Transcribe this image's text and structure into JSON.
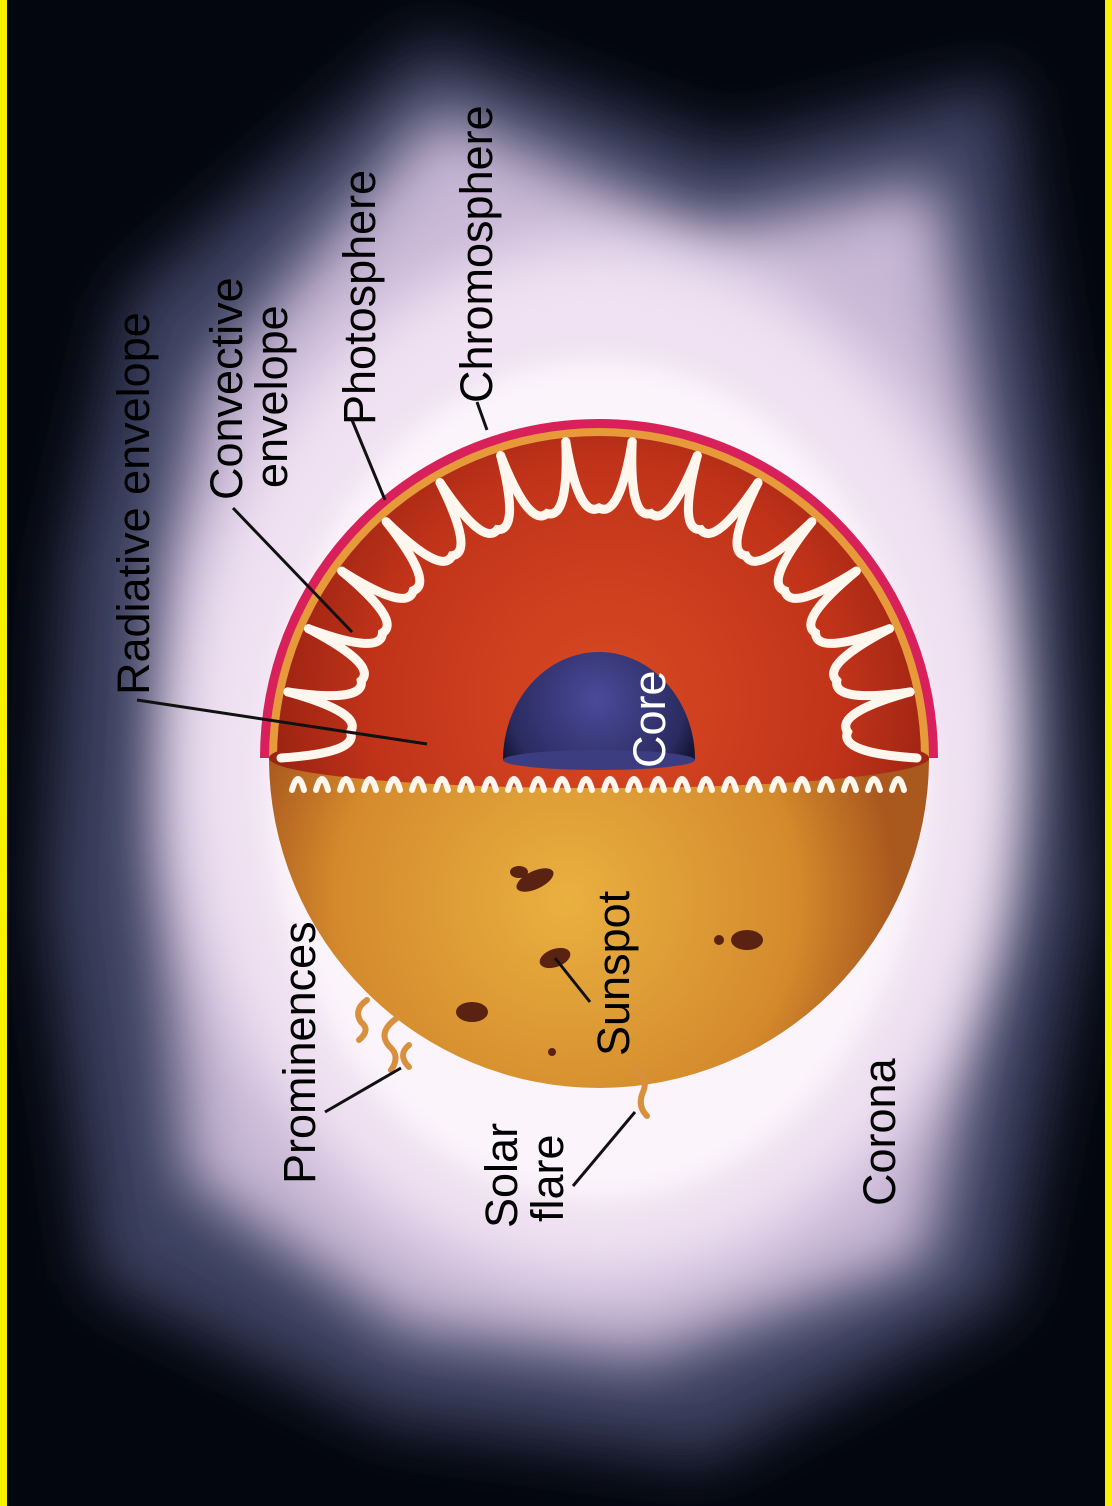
{
  "colors": {
    "border": "#f6f200",
    "space": "#04060f",
    "corona": "#eedcf0",
    "photosphere": "#d8902e",
    "interior": "#c2341a",
    "core": "#2e2f6a",
    "chromosphere": "#d8205a"
  },
  "labels": {
    "radiative_envelope": "Radiative envelope",
    "convective": "Convective",
    "envelope": "envelope",
    "photosphere": "Photosphere",
    "chromosphere": "Chromosphere",
    "core": "Core",
    "sunspot": "Sunspot",
    "prominences": "Prominences",
    "solar": "Solar",
    "flare": "flare",
    "corona": "Corona"
  }
}
